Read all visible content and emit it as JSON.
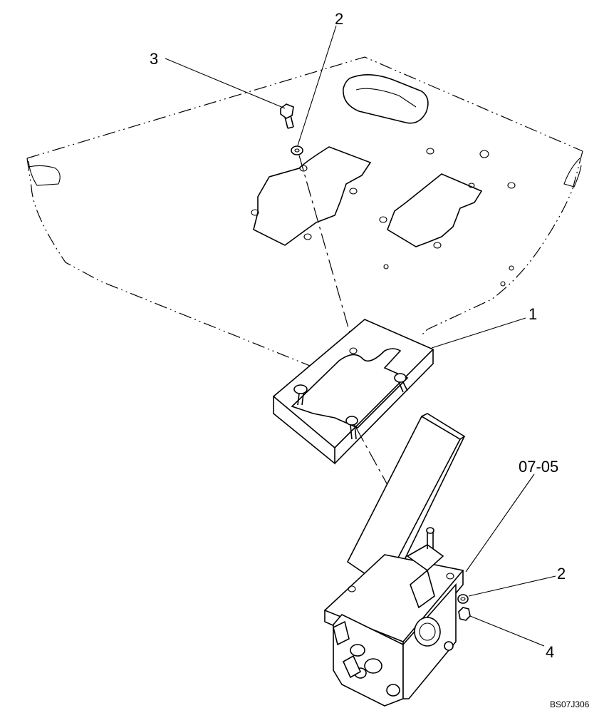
{
  "callouts": {
    "c1": "1",
    "c2_top": "2",
    "c3": "3",
    "c0705": "07-05",
    "c2_bottom": "2",
    "c4": "4"
  },
  "drawing_code": "BS07J306"
}
